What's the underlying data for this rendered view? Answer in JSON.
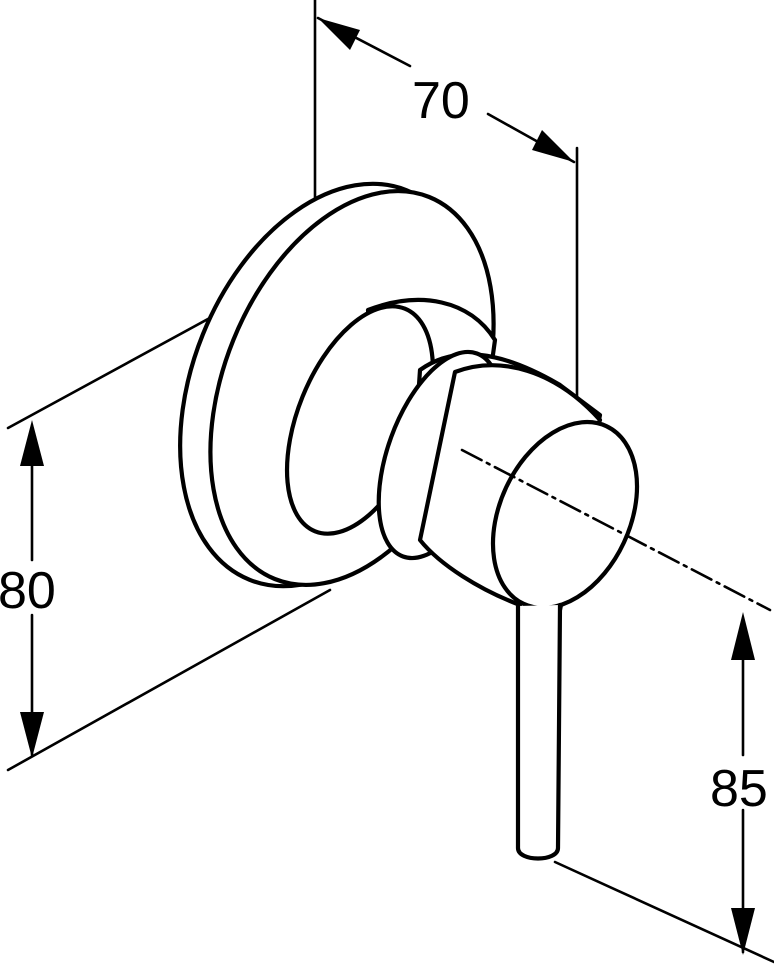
{
  "dimensions": {
    "width": {
      "value": "70"
    },
    "height": {
      "value": "80"
    },
    "lever_drop": {
      "value": "85"
    }
  },
  "colors": {
    "line": "#000000",
    "background": "#ffffff"
  }
}
